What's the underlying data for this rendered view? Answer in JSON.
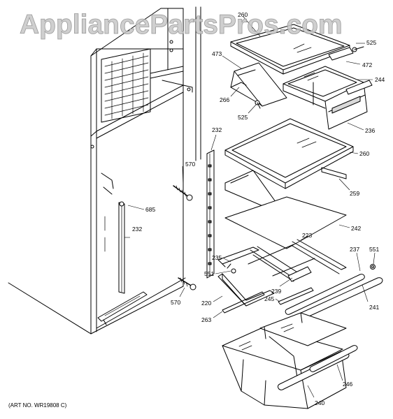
{
  "watermark": "AppliancePartsPros.com",
  "art_number": "(ART NO. WR19808 C)",
  "callouts": {
    "c260a": "260",
    "c525a": "525",
    "c473": "473",
    "c472": "472",
    "c244": "244",
    "c266": "266",
    "c525b": "525",
    "c236": "236",
    "c232a": "232",
    "c260b": "260",
    "c570a": "570",
    "c259": "259",
    "c685": "685",
    "c232b": "232",
    "c242": "242",
    "c223": "223",
    "c237": "237",
    "c551a": "551",
    "c235": "235",
    "c551b": "551",
    "c239": "239",
    "c245": "245",
    "c570b": "570",
    "c220": "220",
    "c241": "241",
    "c263": "263",
    "c246": "246",
    "c240": "240"
  }
}
